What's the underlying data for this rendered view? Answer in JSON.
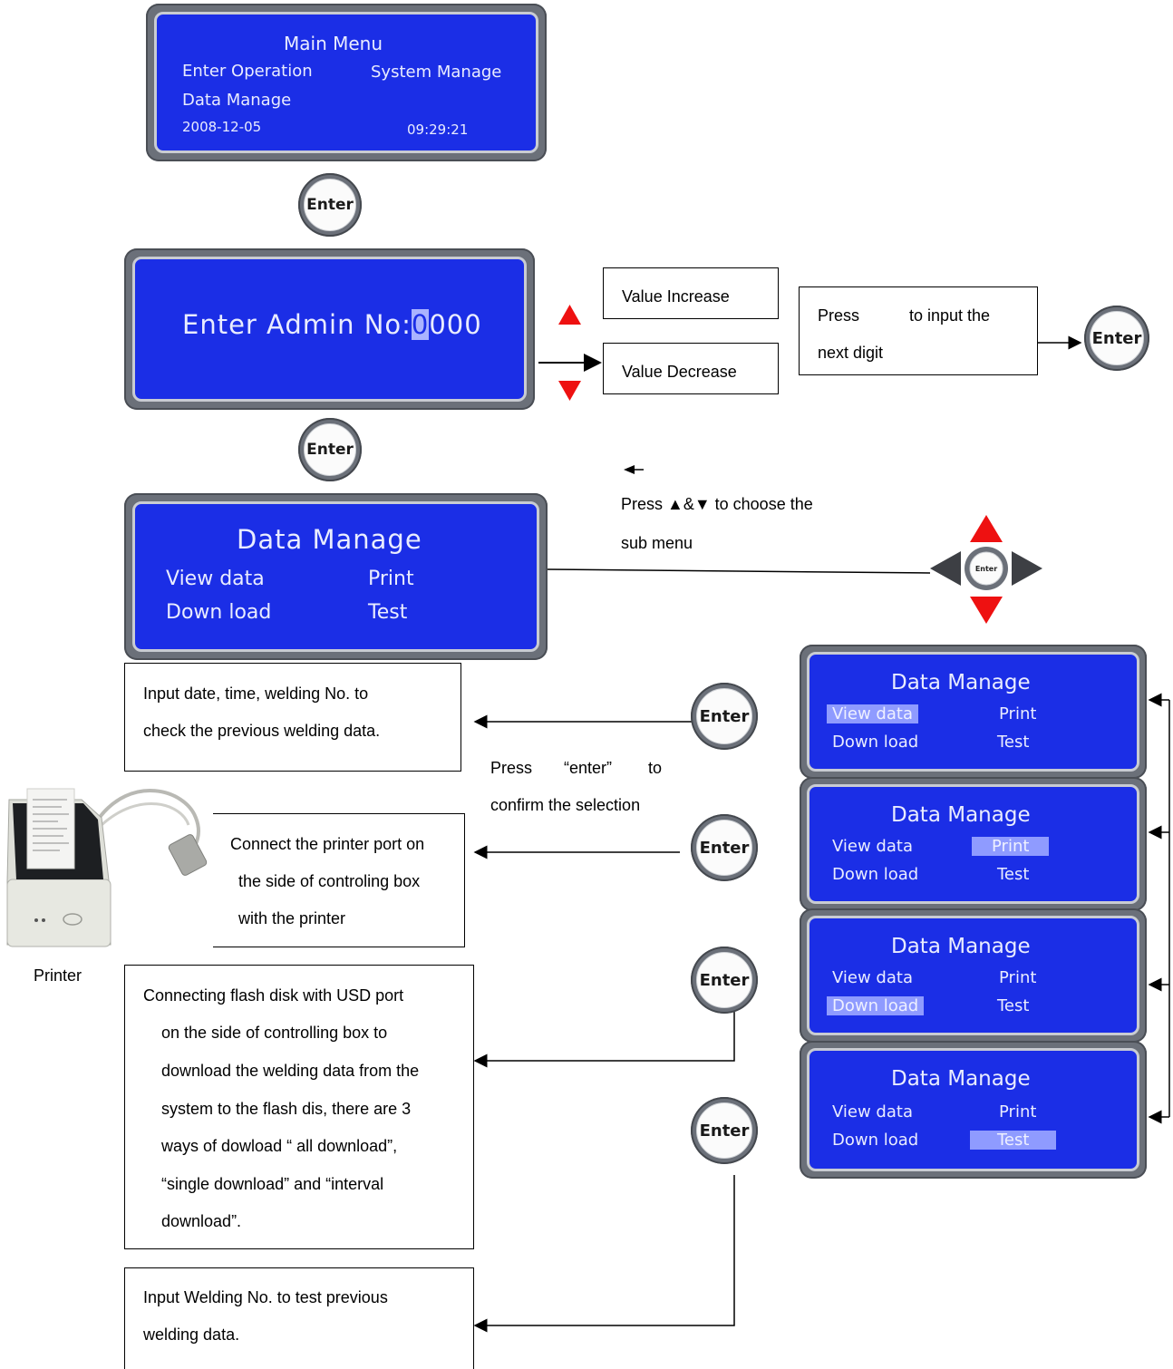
{
  "main_menu": {
    "title": "Main  Menu",
    "item_enter_operation": "Enter Operation",
    "item_system_manage": "System Manage",
    "item_data_manage": "Data Manage",
    "date": "2008-12-05",
    "time": "09:29:21"
  },
  "enter_label": "Enter",
  "admin_screen": {
    "prefix": "Enter  Admin  No:",
    "cursor_digit": "0",
    "rest_digits": "000"
  },
  "value_increase": "Value Increase",
  "value_decrease": "Value Decrease",
  "press_box": {
    "line1_press": "Press",
    "line1_rest": "to input the",
    "line2": "next digit"
  },
  "data_manage_screen": {
    "title": "Data  Manage",
    "view_data": "View data",
    "print": "Print",
    "down_load": "Down load",
    "test": "Test"
  },
  "choose_note": {
    "line1": "Press ▲&▼ to choose the",
    "line2": "sub menu"
  },
  "small_enter_label": "Enter",
  "confirm_note": {
    "line1_a": "Press",
    "line1_b": "“enter”",
    "line1_c": "to",
    "line2": "confirm the selection"
  },
  "box_view": {
    "line1": "Input  date,  time,  welding  No.  to",
    "line2": "check the previous welding data."
  },
  "box_print": {
    "line1": "Connect the printer port on",
    "line2": "the side of controling box",
    "line3": "with the printer"
  },
  "printer_label": "Printer",
  "box_download": {
    "line1": "Connecting  flash  disk  with  USD  port",
    "line2": "on  the  side  of  controlling  box  to",
    "line3": "download  the  welding  data  from  the",
    "line4": "system  to  the  flash  dis,  there  are  3",
    "line5": "ways  of  dowload  “  all  download”,",
    "line6": "“single     download”     and     “interval",
    "line7": "download”."
  },
  "box_test": {
    "line1": "Input  Welding  No.  to  test  previous",
    "line2": "welding data."
  },
  "colors": {
    "lcd_blue": "#1b2ee6",
    "bezel_gray": "#6b7079",
    "arrow_red": "#ee1111",
    "highlight": "#8f9bff"
  }
}
